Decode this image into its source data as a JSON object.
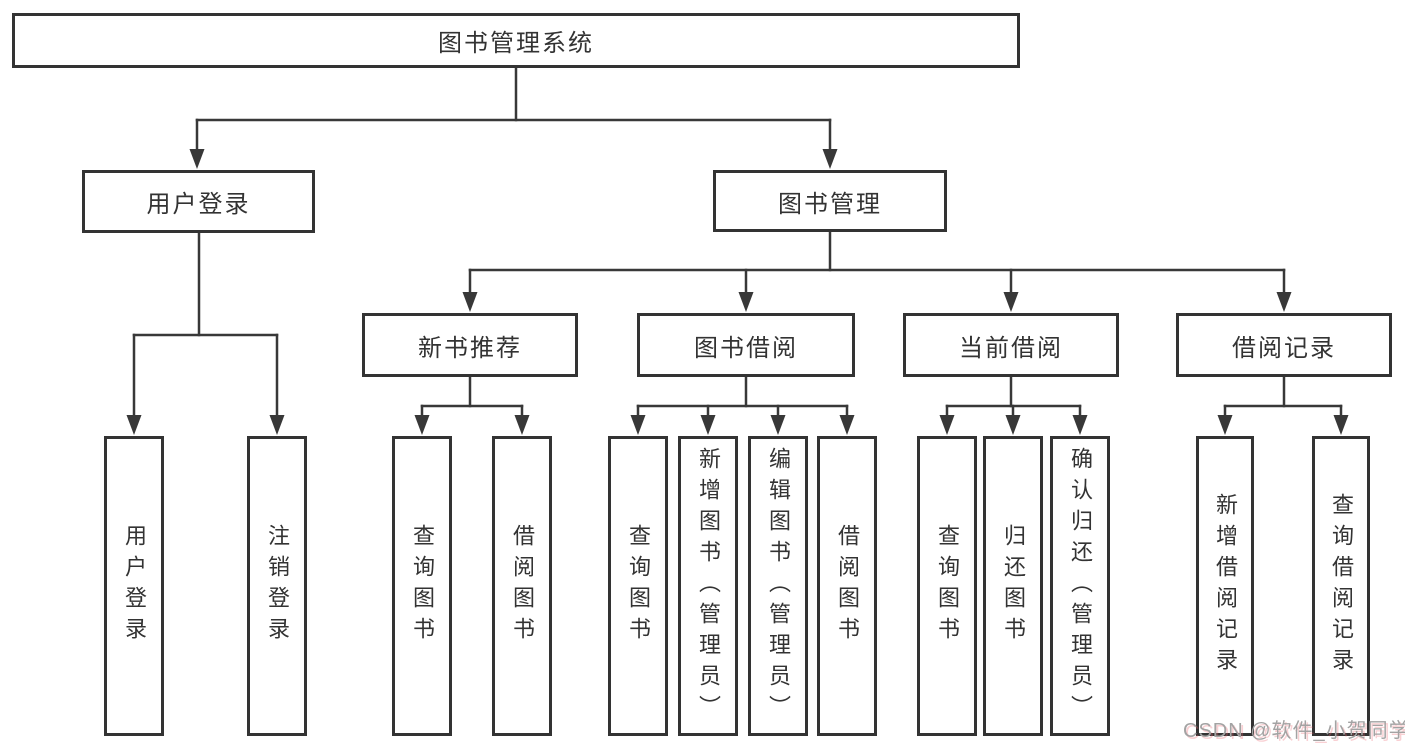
{
  "diagram": {
    "type": "hierarchy-tree",
    "colors": {
      "background": "#ffffff",
      "line": "#383838",
      "box_border": "#333333",
      "text": "#333333",
      "watermark_text": "#a3a3a3",
      "watermark_shadow": "#eb646e"
    },
    "tree": {
      "label": "图书管理系统",
      "children": [
        {
          "label": "用户登录",
          "children": [
            {
              "label": "用户登录"
            },
            {
              "label": "注销登录"
            }
          ]
        },
        {
          "label": "图书管理",
          "children": [
            {
              "label": "新书推荐",
              "children": [
                {
                  "label": "查询图书"
                },
                {
                  "label": "借阅图书"
                }
              ]
            },
            {
              "label": "图书借阅",
              "children": [
                {
                  "label": "查询图书"
                },
                {
                  "label": "新增图书（管理员）"
                },
                {
                  "label": "编辑图书（管理员）"
                },
                {
                  "label": "借阅图书"
                }
              ]
            },
            {
              "label": "当前借阅",
              "children": [
                {
                  "label": "查询图书"
                },
                {
                  "label": "归还图书"
                },
                {
                  "label": "确认归还（管理员）"
                }
              ]
            },
            {
              "label": "借阅记录",
              "children": [
                {
                  "label": "新增借阅记录"
                },
                {
                  "label": "查询借阅记录"
                }
              ]
            }
          ]
        }
      ]
    }
  },
  "watermark": {
    "text": "CSDN @软件_小贺同学"
  }
}
